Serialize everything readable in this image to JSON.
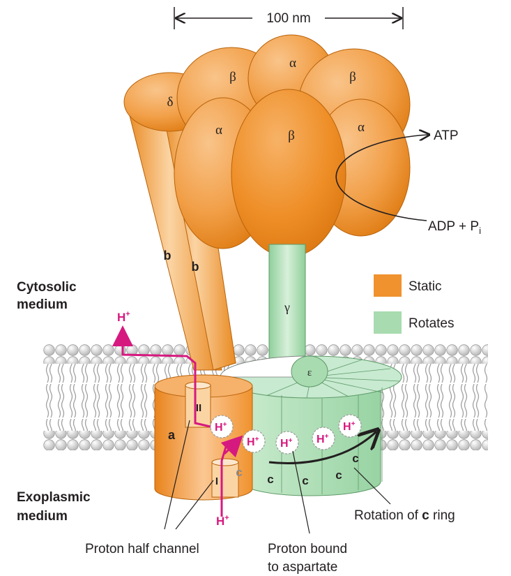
{
  "scale_bar": "100 nm",
  "subunits": {
    "alpha": "α",
    "beta": "β",
    "delta": "δ",
    "gamma": "γ",
    "epsilon": "ε",
    "b": "b",
    "a": "a",
    "c": "c",
    "channel_one": "I",
    "channel_two": "II"
  },
  "products": {
    "atp": "ATP",
    "adp": "ADP + P",
    "adp_sub": "i"
  },
  "media": {
    "cytosolic_line1": "Cytosolic",
    "cytosolic_line2": "medium",
    "exoplasmic_line1": "Exoplasmic",
    "exoplasmic_line2": "medium"
  },
  "legend": {
    "static_label": "Static",
    "static_color": "#f0922e",
    "rotates_label": "Rotates",
    "rotates_color": "#a8dbb0"
  },
  "proton": {
    "h": "H",
    "plus": "+"
  },
  "callouts": {
    "half_channel": "Proton half channel",
    "bound_line1": "Proton bound",
    "bound_line2": "to aspartate",
    "rotation_prefix": "Rotation of ",
    "rotation_bold": "c",
    "rotation_suffix": " ring"
  },
  "colors": {
    "orange": "#f0922e",
    "orange_light": "#f9c48a",
    "green": "#a8dbb0",
    "magenta": "#d6197f",
    "lipid": "#cfcfcf"
  }
}
